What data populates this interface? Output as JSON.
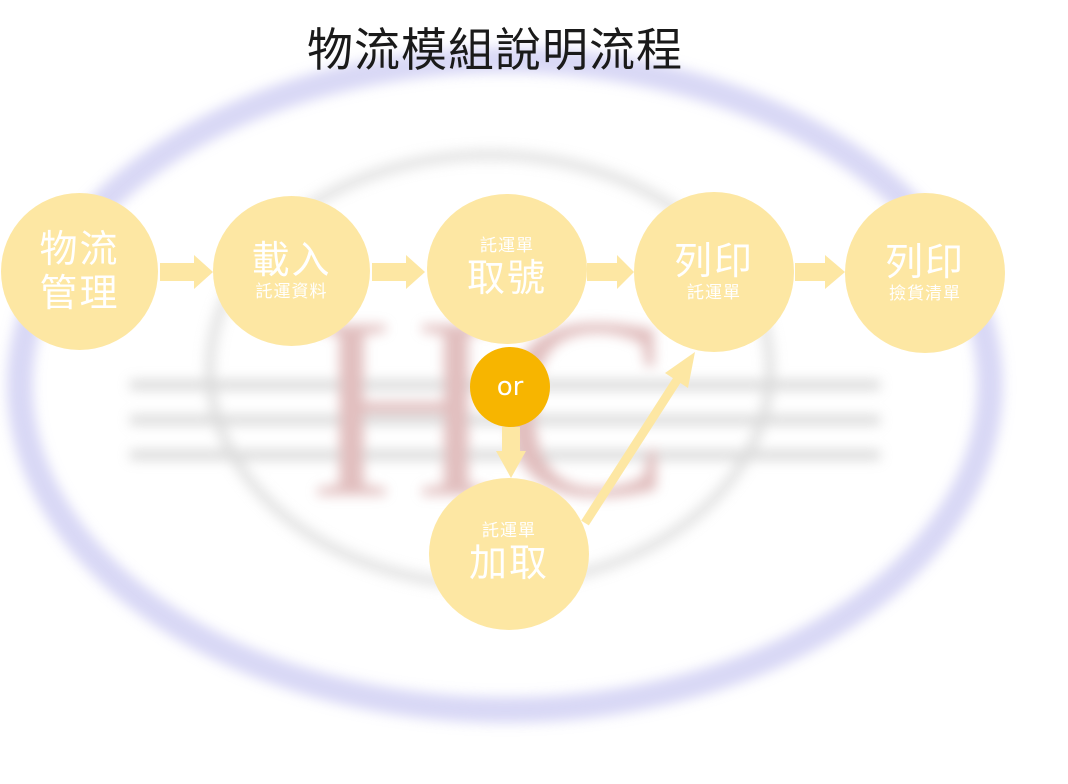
{
  "title": "物流模組說明流程",
  "nodes": {
    "n1": {
      "line1": "物流",
      "line2": "管理"
    },
    "n2": {
      "big": "載入",
      "small": "託運資料"
    },
    "n3": {
      "small": "託運單",
      "big": "取號"
    },
    "n4": {
      "big": "列印",
      "small": "託運單"
    },
    "n5": {
      "big": "列印",
      "small": "撿貨清單"
    },
    "n6": {
      "small": "託運單",
      "big": "加取"
    }
  },
  "or_label": "or",
  "watermark": {
    "text": "HC"
  },
  "colors": {
    "node": "#fde7a3",
    "arrow": "#fde7a3",
    "or": "#f7b500",
    "watermark_ring": "#b9b8ee",
    "watermark_text": "#c98a8a"
  }
}
